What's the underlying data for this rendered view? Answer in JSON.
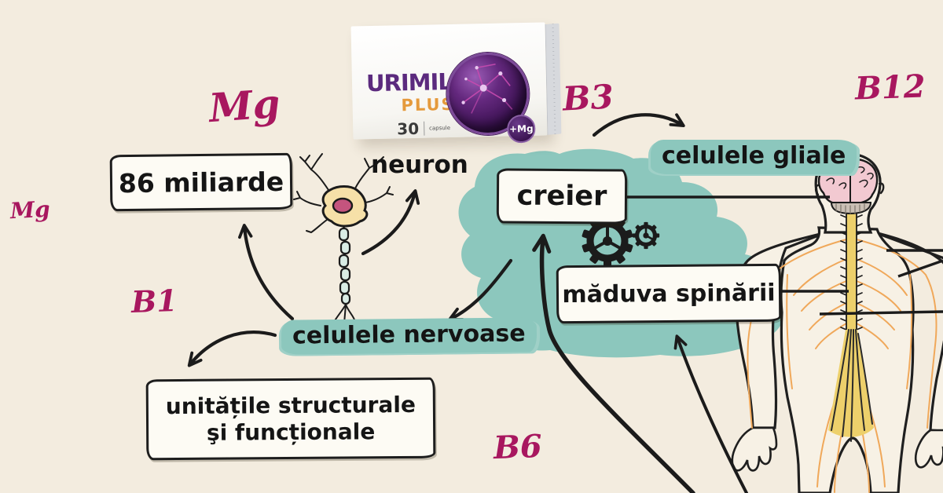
{
  "product_box": {
    "brand": "URIMIL",
    "reg_mark": "®",
    "variant": "PLUS",
    "count": "30",
    "count_unit": "capsule",
    "mg_badge": "+Mg"
  },
  "vitamin_labels": {
    "mg_top": "Mg",
    "mg_left": "Mg",
    "b1": "B1",
    "b3": "B3",
    "b6": "B6",
    "b12": "B12"
  },
  "callouts": {
    "neuron_count": "86 miliarde",
    "neuron": "neuron",
    "glial_cells": "celulele gliale",
    "brain": "creier",
    "spinal_cord": "măduva spinării",
    "nerve_cells": "celulele nervoase",
    "structural_units_line1": "unitățile structurale",
    "structural_units_line2": "şi funcționale"
  },
  "colors": {
    "paper": "#f3ecdf",
    "teal_highlight": "#8cc7bd",
    "handwriting_magenta": "#a8175f",
    "ink": "#1b1b1b",
    "spine_yellow": "#edd06b",
    "nerve_orange": "#f0a85a",
    "brain_pink": "#f2c9d1",
    "brand_purple": "#5b2a7e",
    "brand_orange": "#e59a3c"
  }
}
